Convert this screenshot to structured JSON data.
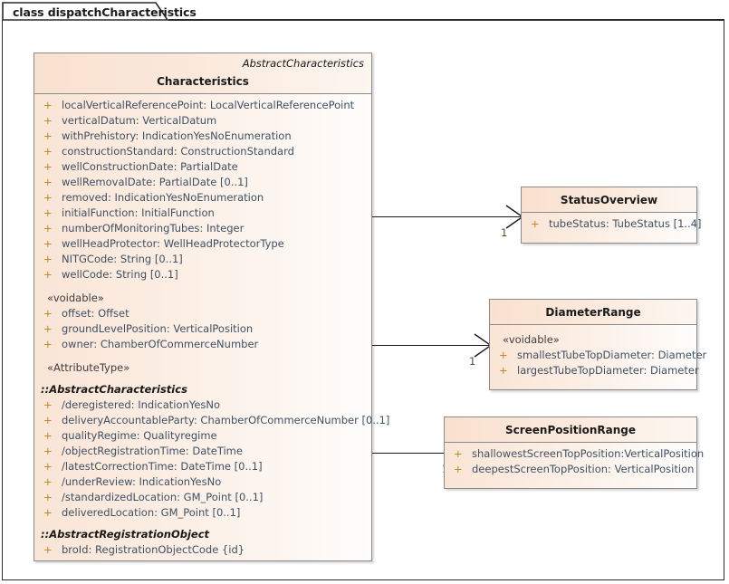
{
  "diagram": {
    "tab_label": "class dispatchCharacteristics"
  },
  "main_class": {
    "abstract_parent": "AbstractCharacteristics",
    "name": "Characteristics",
    "sections": [
      {
        "kind": "attributes",
        "rows": [
          {
            "vis": "+",
            "sig": "localVerticalReferencePoint: LocalVerticalReferencePoint"
          },
          {
            "vis": "+",
            "sig": "verticalDatum: VerticalDatum"
          },
          {
            "vis": "+",
            "sig": "withPrehistory: IndicationYesNoEnumeration"
          },
          {
            "vis": "+",
            "sig": "constructionStandard: ConstructionStandard"
          },
          {
            "vis": "+",
            "sig": "wellConstructionDate: PartialDate"
          },
          {
            "vis": "+",
            "sig": "wellRemovalDate: PartialDate [0..1]"
          },
          {
            "vis": "+",
            "sig": "removed: IndicationYesNoEnumeration"
          },
          {
            "vis": "+",
            "sig": "initialFunction: InitialFunction"
          },
          {
            "vis": "+",
            "sig": "numberOfMonitoringTubes: Integer"
          },
          {
            "vis": "+",
            "sig": "wellHeadProtector: WellHeadProtectorType"
          },
          {
            "vis": "+",
            "sig": "NITGCode: String [0..1]"
          },
          {
            "vis": "+",
            "sig": "wellCode: String [0..1]"
          }
        ]
      },
      {
        "kind": "stereotype",
        "label": "«voidable»",
        "rows": [
          {
            "vis": "+",
            "sig": "offset: Offset"
          },
          {
            "vis": "+",
            "sig": "groundLevelPosition: VerticalPosition"
          },
          {
            "vis": "+",
            "sig": "owner: ChamberOfCommerceNumber"
          }
        ]
      },
      {
        "kind": "stereotype",
        "label": "«AttributeType»",
        "rows": []
      },
      {
        "kind": "inherited",
        "label": "::AbstractCharacteristics",
        "rows": [
          {
            "vis": "+",
            "sig": "/deregistered: IndicationYesNo"
          },
          {
            "vis": "+",
            "sig": "deliveryAccountableParty: ChamberOfCommerceNumber [0..1]"
          },
          {
            "vis": "+",
            "sig": "qualityRegime: Qualityregime"
          },
          {
            "vis": "+",
            "sig": "/objectRegistrationTime: DateTime"
          },
          {
            "vis": "+",
            "sig": "/latestCorrectionTime: DateTime [0..1]"
          },
          {
            "vis": "+",
            "sig": "/underReview: IndicationYesNo"
          },
          {
            "vis": "+",
            "sig": "/standardizedLocation: GM_Point [0..1]"
          },
          {
            "vis": "+",
            "sig": "deliveredLocation: GM_Point [0..1]"
          }
        ]
      },
      {
        "kind": "inherited",
        "label": "::AbstractRegistrationObject",
        "rows": [
          {
            "vis": "+",
            "sig": "broId: RegistrationObjectCode {id}"
          }
        ]
      }
    ]
  },
  "related_classes": [
    {
      "name": "StatusOverview",
      "stereotype": null,
      "rows": [
        {
          "vis": "+",
          "sig": "tubeStatus: TubeStatus [1..4]"
        }
      ]
    },
    {
      "name": "DiameterRange",
      "stereotype": "«voidable»",
      "rows": [
        {
          "vis": "+",
          "sig": "smallestTubeTopDiameter: Diameter"
        },
        {
          "vis": "+",
          "sig": "largestTubeTopDiameter: Diameter"
        }
      ]
    },
    {
      "name": "ScreenPositionRange",
      "stereotype": null,
      "rows": [
        {
          "vis": "+",
          "sig": "shallowestScreenTopPosition:VerticalPosition"
        },
        {
          "vis": "+",
          "sig": "deepestScreenTopPosition: VerticalPosition"
        }
      ]
    }
  ],
  "connectors": [
    {
      "target": "StatusOverview",
      "multiplicity": "1"
    },
    {
      "target": "DiameterRange",
      "multiplicity": "1"
    },
    {
      "target": "ScreenPositionRange",
      "multiplicity": "1"
    }
  ],
  "colors": {
    "class_fill_left": "#fae5d6",
    "class_fill_right": "#fefdfc",
    "header_fill_left": "#f9e1cf",
    "border": "#8a8a8a",
    "frame_border": "#2b2b2b",
    "attribute_text": "#3e5064",
    "visibility_marker": "#c08a22",
    "connector": "#1a1a1a"
  }
}
